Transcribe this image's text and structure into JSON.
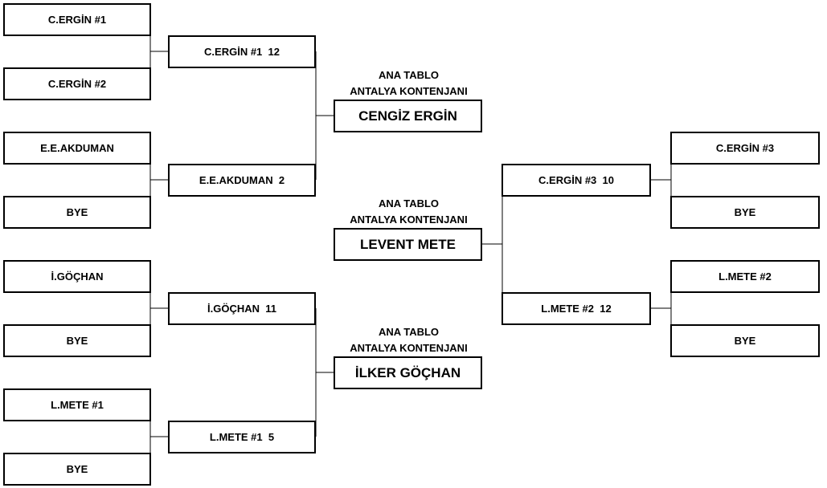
{
  "left_round1": [
    "C.ERGİN #1",
    "C.ERGİN #2",
    "E.E.AKDUMAN",
    "BYE",
    "İ.GÖÇHAN",
    "BYE",
    "L.METE #1",
    "BYE"
  ],
  "left_round2": [
    "C.ERGİN #1  12",
    "E.E.AKDUMAN  2",
    "İ.GÖÇHAN  11",
    "L.METE #1  5"
  ],
  "right_round1": [
    "C.ERGİN #3",
    "BYE",
    "L.METE #2",
    "BYE"
  ],
  "right_round2": [
    "C.ERGİN #3  10",
    "L.METE #2  12"
  ],
  "finals": [
    {
      "title1": "ANA TABLO",
      "title2": "ANTALYA KONTENJANI",
      "winner": "CENGİZ ERGİN"
    },
    {
      "title1": "ANA TABLO",
      "title2": "ANTALYA KONTENJANI",
      "winner": "LEVENT METE"
    },
    {
      "title1": "ANA TABLO",
      "title2": "ANTALYA KONTENJANI",
      "winner": "İLKER GÖÇHAN"
    }
  ]
}
